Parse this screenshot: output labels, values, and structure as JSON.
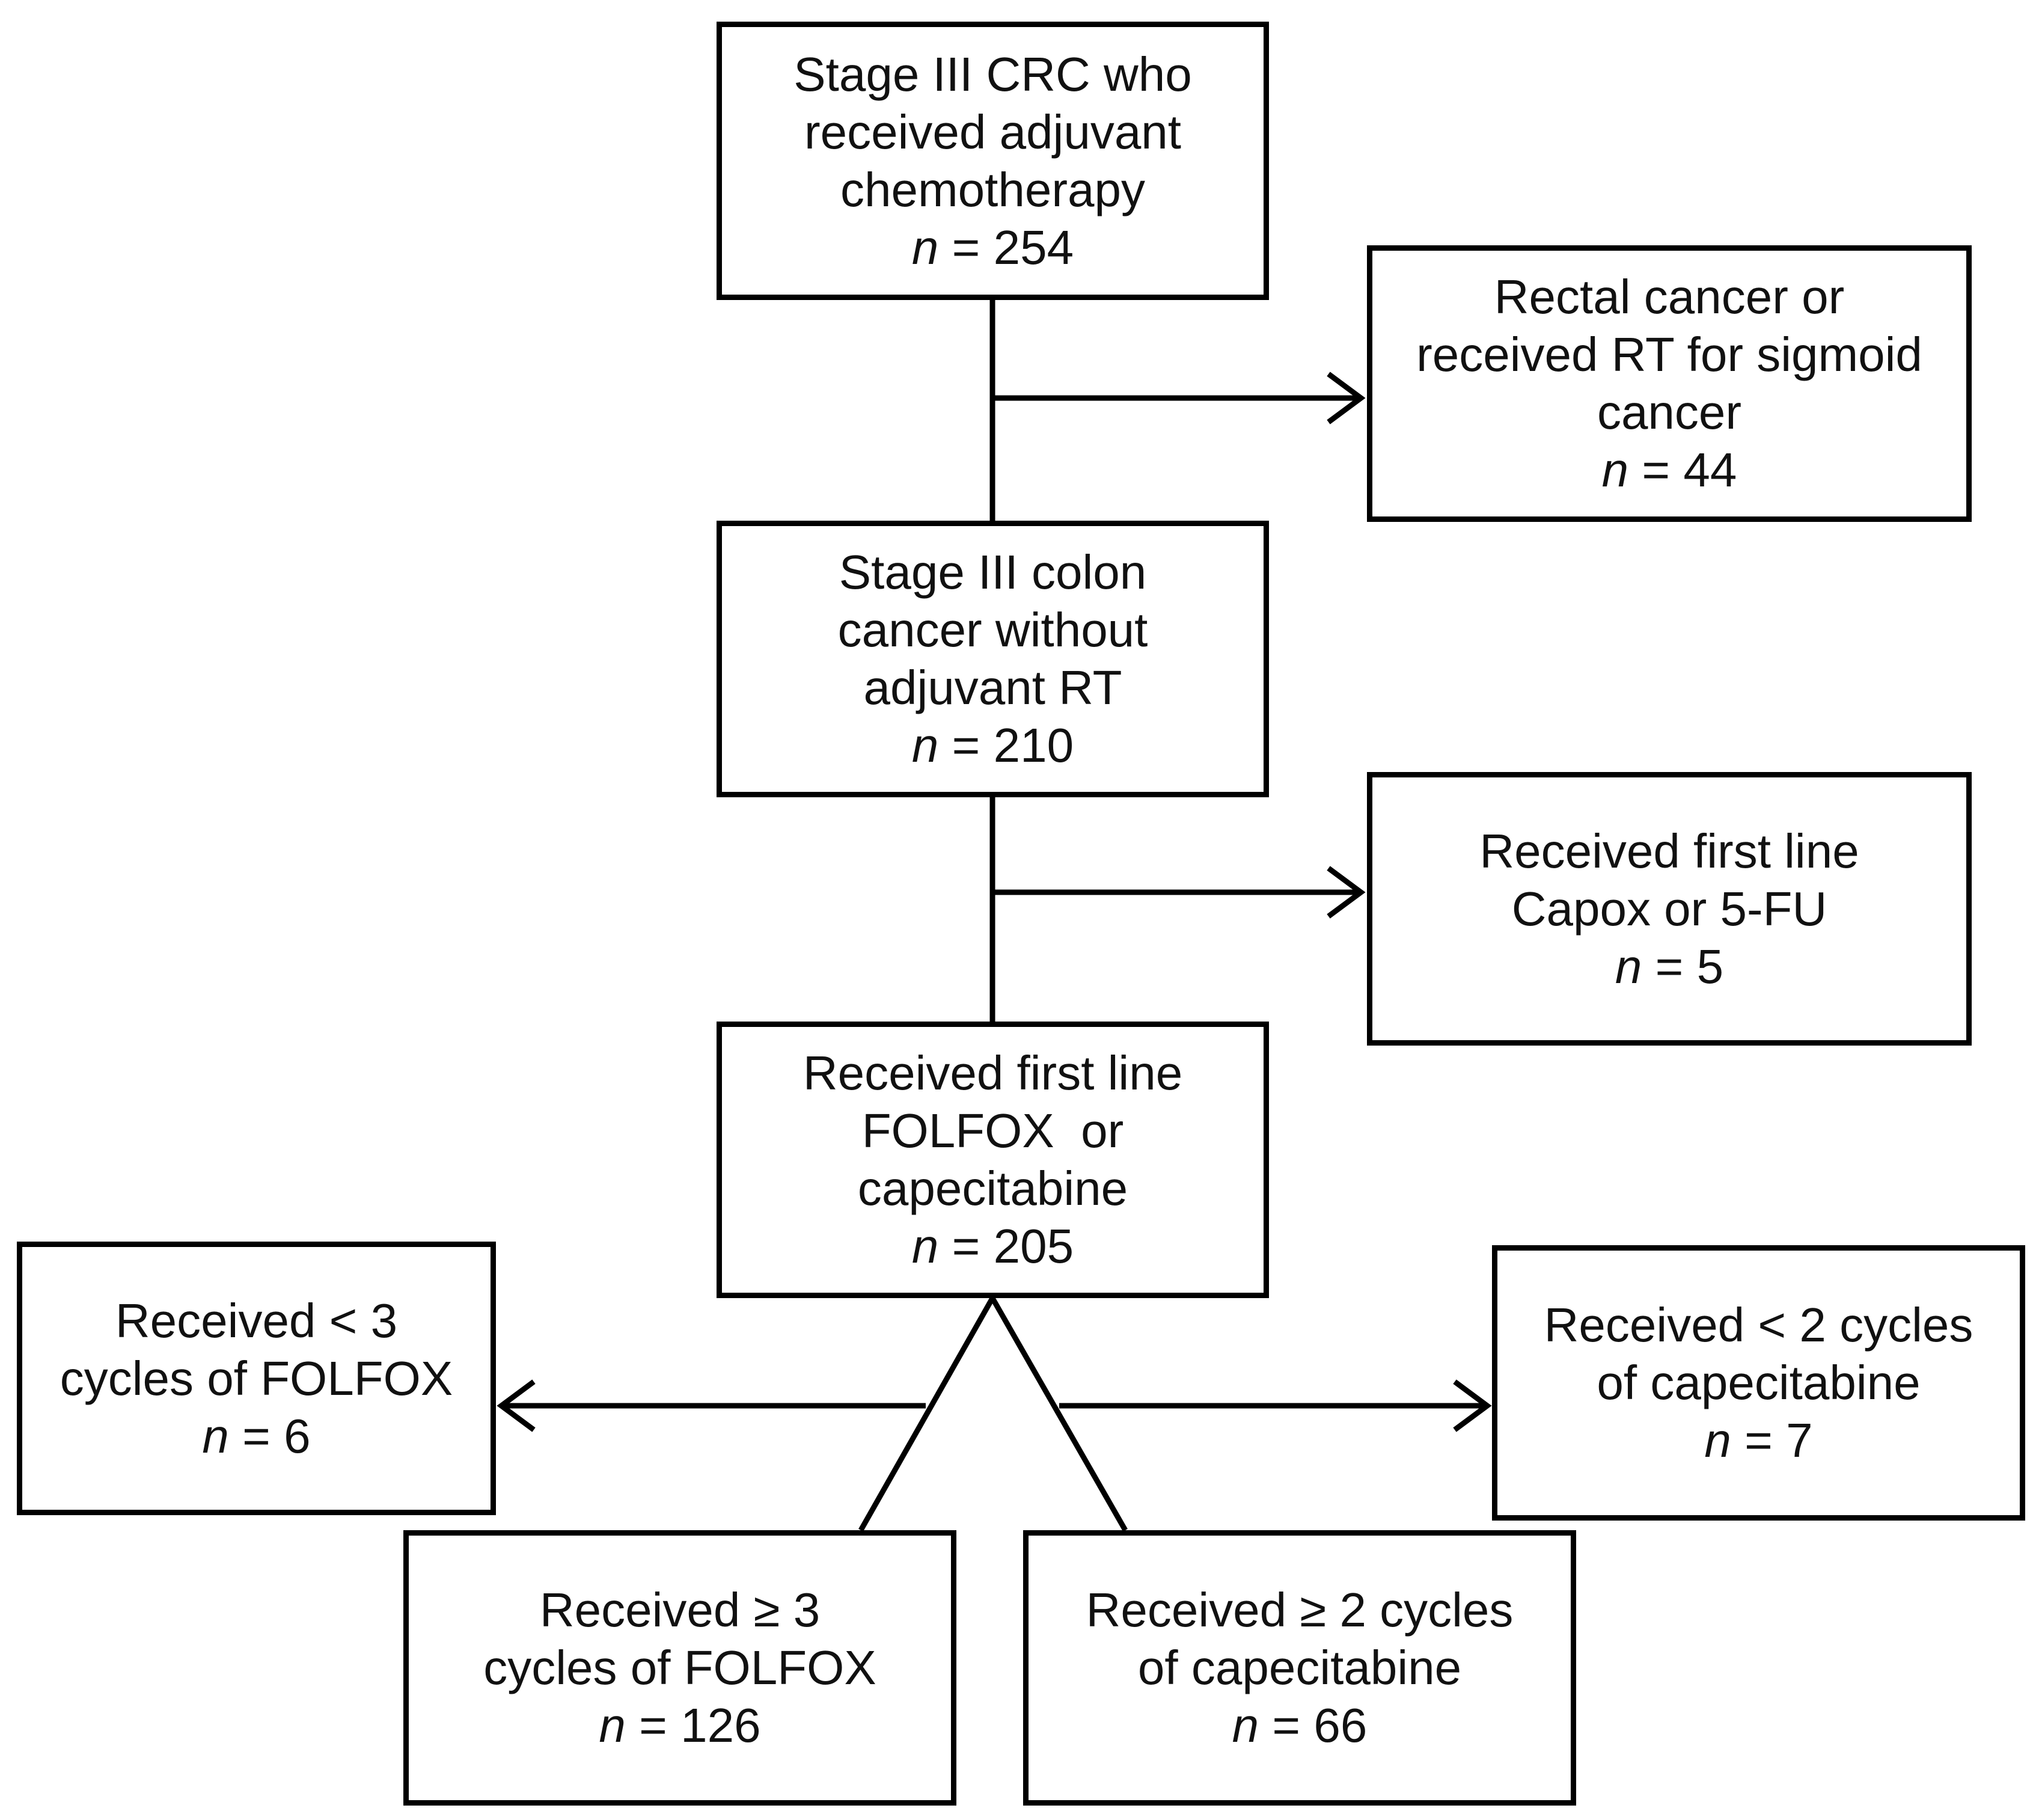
{
  "nodes": {
    "crc": {
      "lines": [
        "Stage III CRC who",
        "received adjuvant",
        "chemotherapy"
      ],
      "n_label": "n",
      "n_value": " = 254"
    },
    "rectal": {
      "lines": [
        "Rectal cancer or",
        "received RT for sigmoid",
        "cancer"
      ],
      "n_label": "n",
      "n_value": " = 44"
    },
    "colon": {
      "lines": [
        "Stage III colon",
        "cancer without",
        "adjuvant RT"
      ],
      "n_label": "n",
      "n_value": " = 210"
    },
    "capox": {
      "lines": [
        "Received first line",
        "Capox or 5-FU"
      ],
      "n_label": "n",
      "n_value": " = 5"
    },
    "folfox_cap": {
      "lines": [
        "Received first line",
        "FOLFOX  or",
        "capecitabine"
      ],
      "n_label": "n",
      "n_value": " = 205"
    },
    "folfox_lt": {
      "lines": [
        "Received < 3",
        "cycles of FOLFOX"
      ],
      "n_label": "n",
      "n_value": " = 6"
    },
    "cape_lt": {
      "lines": [
        "Received < 2 cycles",
        "of capecitabine"
      ],
      "n_label": "n",
      "n_value": " = 7"
    },
    "folfox_ge": {
      "lines": [
        "Received ≥ 3",
        "cycles of FOLFOX"
      ],
      "n_label": "n",
      "n_value": " = 126"
    },
    "cape_ge": {
      "lines": [
        "Received ≥ 2 cycles",
        "of capecitabine"
      ],
      "n_label": "n",
      "n_value": " = 66"
    }
  },
  "colors": {
    "line": "#000000",
    "box_border": "#000000",
    "background": "#ffffff",
    "text": "#111111"
  }
}
